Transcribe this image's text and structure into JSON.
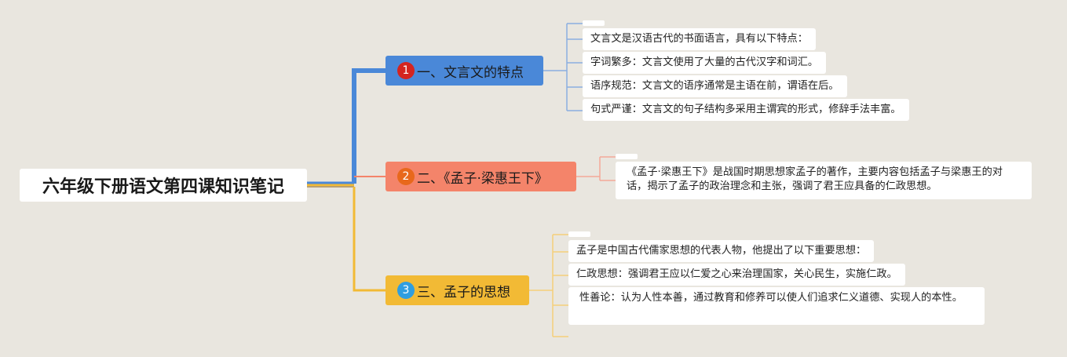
{
  "title": "六年级下册语文第四课知识笔记",
  "colors": {
    "branch1": "#4a88d8",
    "branch2": "#f4846a",
    "branch3": "#f2ba35",
    "badge1": "#d42420",
    "badge2": "#e8681c",
    "badge3": "#2f9ee0"
  },
  "branches": [
    {
      "badge": "1",
      "label": "一、文言文的特点",
      "leaves": [
        "文言文是汉语古代的书面语言，具有以下特点：",
        "字词繁多：文言文使用了大量的古代汉字和词汇。",
        "语序规范：文言文的语序通常是主语在前，谓语在后。",
        "句式严谨：文言文的句子结构多采用主谓宾的形式，修辞手法丰富。"
      ]
    },
    {
      "badge": "2",
      "label": "二、《孟子·梁惠王下》",
      "leaves": [
        "《孟子·梁惠王下》是战国时期思想家孟子的著作，主要内容包括孟子与梁惠王的对话，揭示了孟子的政治理念和主张，强调了君王应具备的仁政思想。"
      ]
    },
    {
      "badge": "3",
      "label": "三、孟子的思想",
      "leaves": [
        "孟子是中国古代儒家思想的代表人物，他提出了以下重要思想：",
        "仁政思想：强调君王应以仁爱之心来治理国家，关心民生，实施仁政。",
        "性善论：认为人性本善，通过教育和修养可以使人们追求仁义道德、实现人的本性。"
      ]
    }
  ]
}
